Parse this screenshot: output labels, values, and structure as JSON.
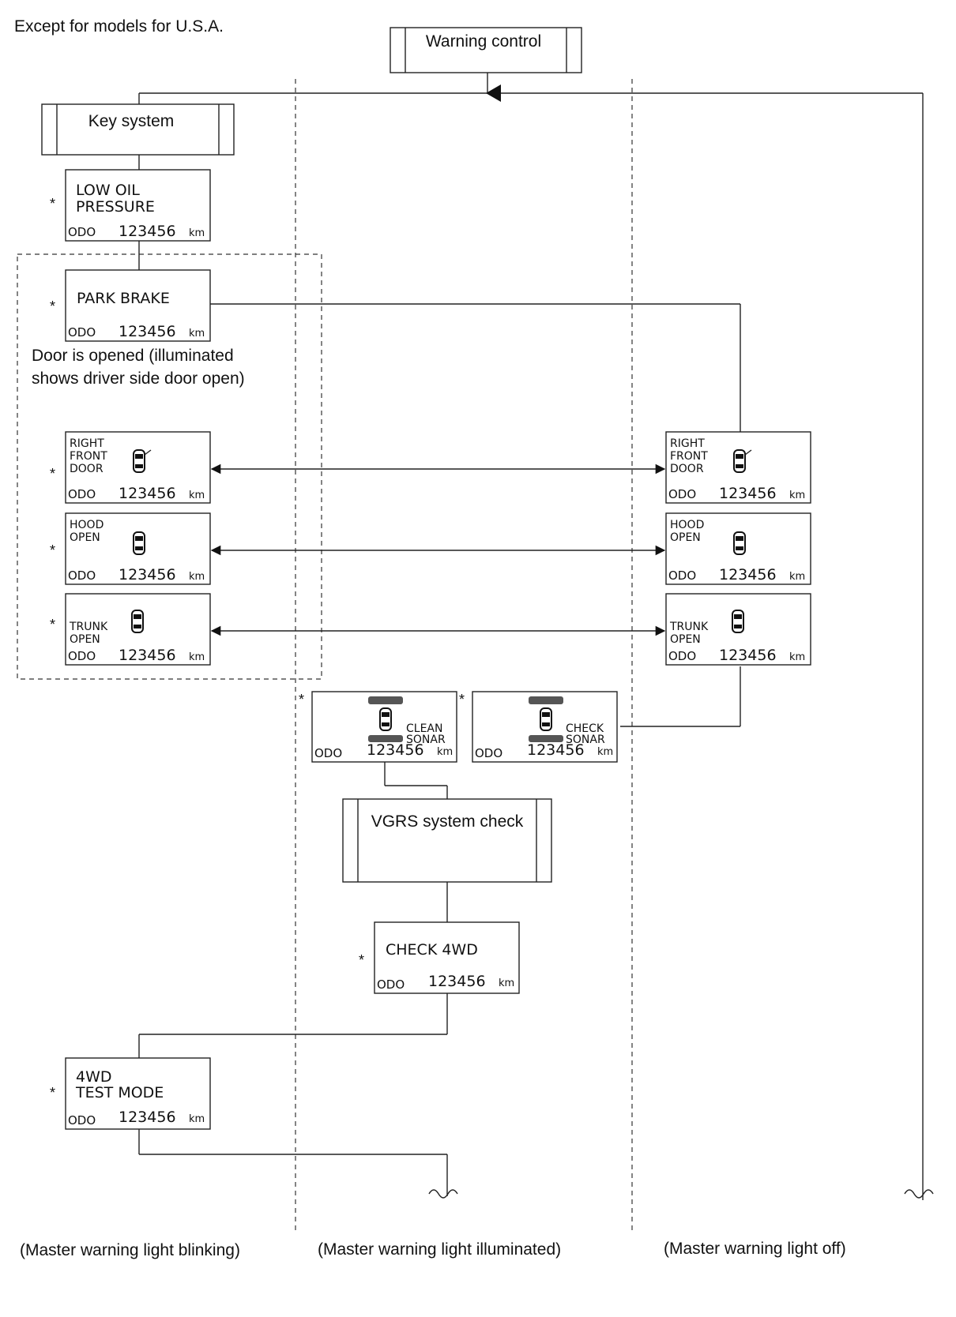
{
  "header_note": "Except for models for U.S.A.",
  "process_boxes": {
    "warning_control": "Warning control",
    "key_system": "Key system",
    "vgrs_check": "VGRS system check"
  },
  "asterisk": "*",
  "odo_label": "ODO",
  "odo_value": "123456",
  "odo_unit": "km",
  "displays": {
    "low_oil": [
      "LOW  OIL",
      "PRESSURE"
    ],
    "park_brake": [
      "PARK  BRAKE"
    ],
    "right_front_door": [
      "RIGHT",
      "FRONT",
      "DOOR"
    ],
    "hood_open": [
      "HOOD",
      "OPEN"
    ],
    "trunk_open": [
      "TRUNK",
      "OPEN"
    ],
    "clean_sonar": [
      "CLEAN",
      "SONAR"
    ],
    "check_sonar": [
      "CHECK",
      "SONAR"
    ],
    "check_4wd": [
      "CHECK  4WD"
    ],
    "test_mode_4wd": [
      "4WD",
      "TEST  MODE"
    ]
  },
  "door_note": [
    "Door is opened (illuminated",
    "shows driver side door open)"
  ],
  "columns": {
    "blinking": "(Master warning light blinking)",
    "illuminated": "(Master warning light illuminated)",
    "off": "(Master warning light off)"
  }
}
